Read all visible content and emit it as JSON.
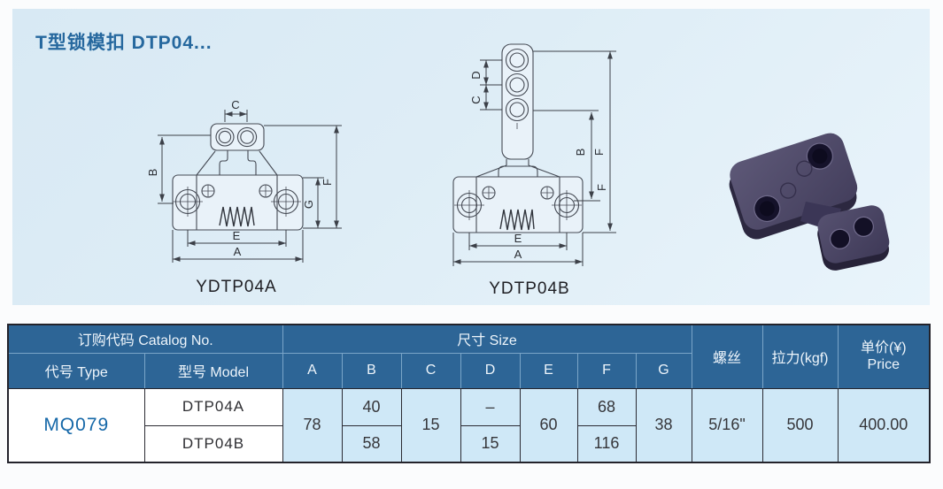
{
  "page": {
    "title": "T型锁模扣 DTP04..."
  },
  "drawings": {
    "a": {
      "caption": "YDTP04A",
      "dim_c": "C",
      "dim_b": "B",
      "dim_e": "E",
      "dim_a": "A",
      "dim_g": "G",
      "dim_f": "F"
    },
    "b": {
      "caption": "YDTP04B",
      "dim_d": "D",
      "dim_c": "C",
      "dim_b": "B",
      "dim_f_upper": "F",
      "dim_f_lower": "F",
      "dim_e": "E",
      "dim_a": "A"
    }
  },
  "table": {
    "header": {
      "catalog_group": "订购代码 Catalog No.",
      "size_group": "尺寸 Size",
      "type": "代号 Type",
      "model": "型号 Model",
      "col_a": "A",
      "col_b": "B",
      "col_c": "C",
      "col_d": "D",
      "col_e": "E",
      "col_f": "F",
      "col_g": "G",
      "screw": "螺丝",
      "pull": "拉力(kgf)",
      "price_line1": "单价(¥)",
      "price_line2": "Price"
    },
    "body": {
      "type_code": "MQ079",
      "row_a": {
        "model": "DTP04A",
        "b": "40",
        "d": "–",
        "f": "68"
      },
      "row_b": {
        "model": "DTP04B",
        "b": "58",
        "d": "15",
        "f": "116"
      },
      "shared": {
        "a": "78",
        "c": "15",
        "e": "60",
        "g": "38",
        "screw": "5/16\"",
        "pull": "500",
        "price": "400.00"
      }
    }
  },
  "colors": {
    "header_blue": "#2d6596",
    "cell_light_blue": "#cfe8f7",
    "panel_blue": "#ddecf6",
    "title_blue": "#26689e",
    "type_code_blue": "#1668a8",
    "photo_plastic_top": "#534d6e",
    "photo_plastic_side": "#2c2840",
    "drawing_line": "#454a54"
  }
}
